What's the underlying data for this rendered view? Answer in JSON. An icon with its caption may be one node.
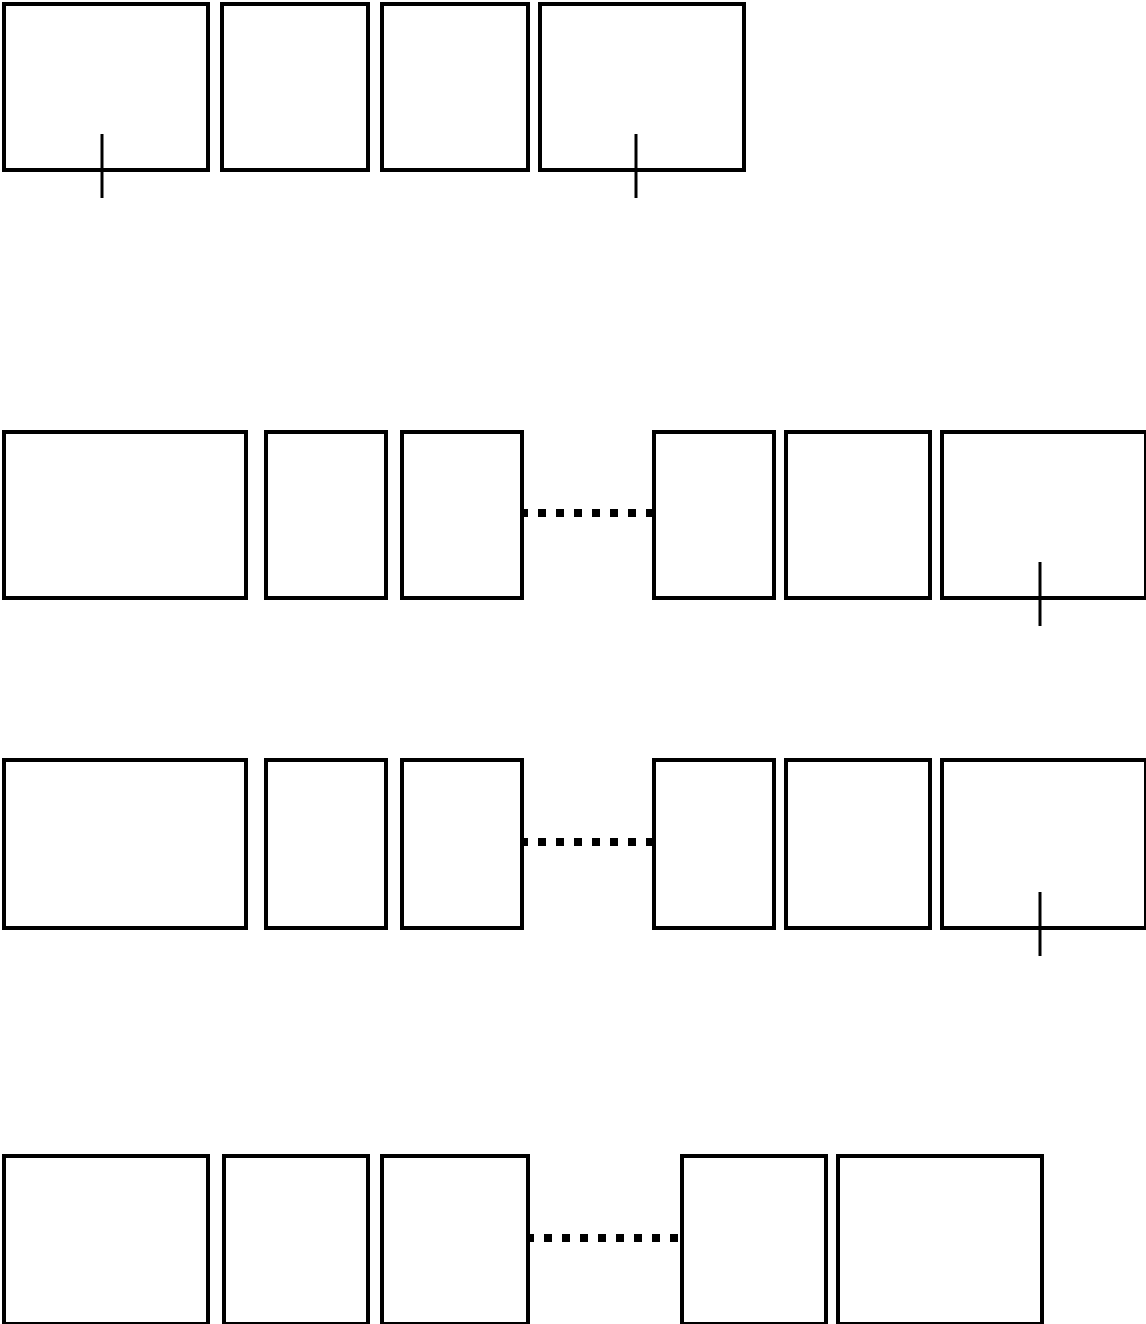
{
  "diagram": {
    "nodes": [
      {
        "text": [],
        "shape": "box"
      },
      {
        "text": [],
        "shape": "box"
      },
      {
        "text": [],
        "shape": "box"
      },
      {
        "text": [],
        "shape": "box"
      },
      {
        "text": [],
        "shape": "box"
      },
      {
        "text": [],
        "shape": "box"
      },
      {
        "text": [],
        "shape": "box"
      },
      {
        "text": [],
        "shape": "box"
      },
      {
        "text": [],
        "shape": "box"
      },
      {
        "text": [],
        "shape": "box"
      },
      {
        "text": [],
        "shape": "box"
      },
      {
        "text": [],
        "shape": "box"
      },
      {
        "text": [],
        "shape": "box"
      },
      {
        "text": [],
        "shape": "box"
      },
      {
        "text": [],
        "shape": "box"
      },
      {
        "text": [],
        "shape": "box"
      },
      {
        "text": [],
        "shape": "box"
      },
      {
        "text": [],
        "shape": "box"
      },
      {
        "text": [],
        "shape": "box"
      },
      {
        "text": [],
        "shape": "box"
      },
      {
        "text": [],
        "shape": "box"
      }
    ],
    "edges": [
      {
        "from": 6,
        "to": 7,
        "arrow": "none",
        "style": "dashed"
      },
      {
        "from": 12,
        "to": 13,
        "arrow": "none",
        "style": "dashed"
      },
      {
        "from": 18,
        "to": 19,
        "arrow": "none",
        "style": "dashed"
      }
    ]
  }
}
